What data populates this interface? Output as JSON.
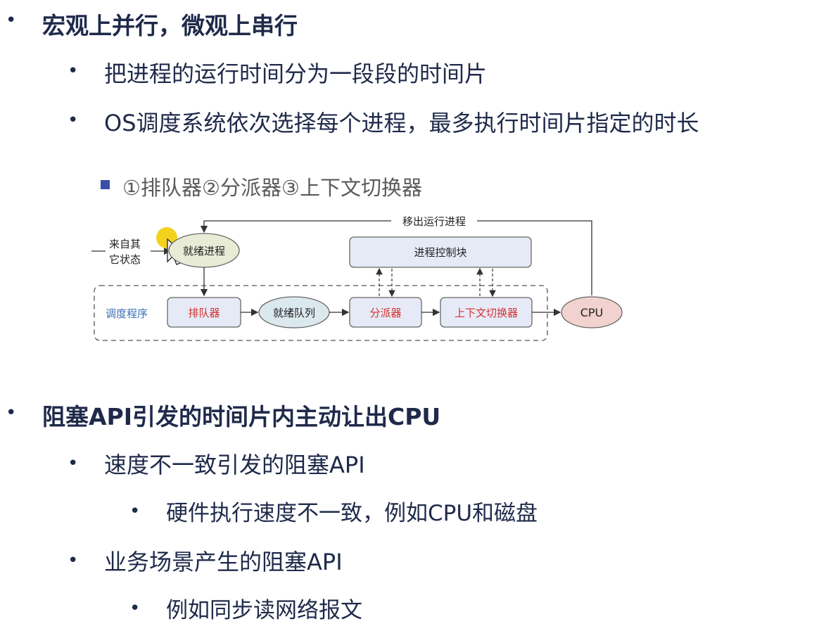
{
  "section1": {
    "heading": "宏观上并行，微观上串行",
    "items": [
      "把进程的运行时间分为一段段的时间片",
      "OS调度系统依次选择每个进程，最多执行时间片指定的时长"
    ],
    "sub_caption": "①排队器②分派器③上下文切换器"
  },
  "diagram": {
    "from_other_state_line1": "来自其",
    "from_other_state_line2": "它状态",
    "ready_process": "就绪进程",
    "move_out_running": "移出运行进程",
    "pcb": "进程控制块",
    "scheduler": "调度程序",
    "queuer": "排队器",
    "ready_queue": "就绪队列",
    "dispatcher": "分派器",
    "context_switcher": "上下文切换器",
    "cpu": "CPU"
  },
  "section2": {
    "heading": "阻塞API引发的时间片内主动让出CPU",
    "item1": "速度不一致引发的阻塞API",
    "item1_sub": "硬件执行速度不一致，例如CPU和磁盘",
    "item2": "业务场景产生的阻塞API",
    "item2_sub": "例如同步读网络报文"
  },
  "bullet_symbol": "•"
}
